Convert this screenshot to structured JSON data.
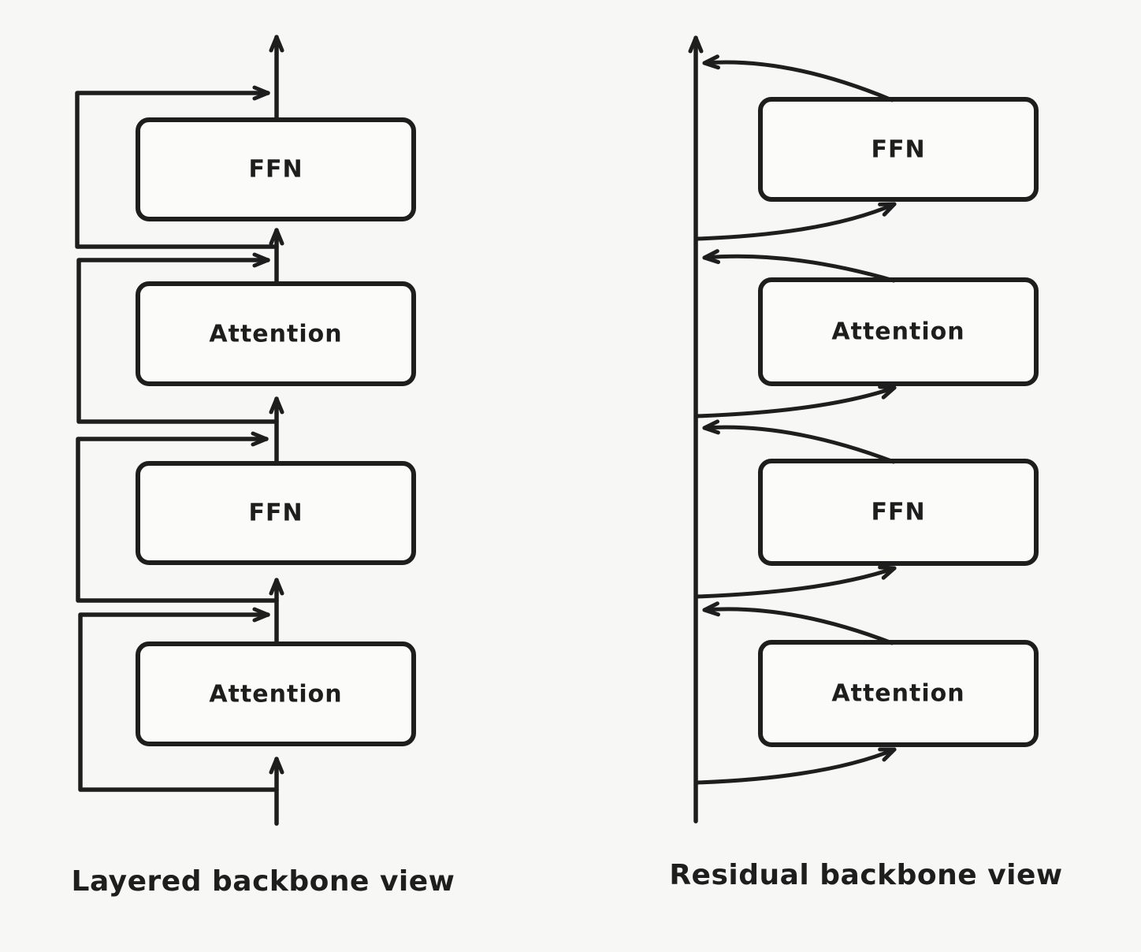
{
  "left_diagram": {
    "caption": "Layered backbone view",
    "boxes": [
      {
        "label": "FFN"
      },
      {
        "label": "Attention"
      },
      {
        "label": "FFN"
      },
      {
        "label": "Attention"
      }
    ]
  },
  "right_diagram": {
    "caption": "Residual backbone view",
    "boxes": [
      {
        "label": "FFN"
      },
      {
        "label": "Attention"
      },
      {
        "label": "FFN"
      },
      {
        "label": "Attention"
      }
    ]
  },
  "colors": {
    "stroke": "#1e1e1e",
    "background": "#f7f7f5"
  }
}
